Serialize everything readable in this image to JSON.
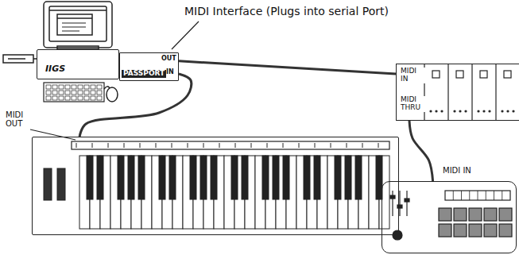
{
  "diagram": {
    "nodes": [
      {
        "text": [
          "IIGS"
        ]
      },
      {
        "text": [
          "PASSPORT",
          "OUT",
          "IN"
        ]
      },
      {
        "text": [
          "MIDI OUT"
        ]
      },
      {
        "text": [
          "MIDI IN",
          "MIDI THRU"
        ]
      },
      {
        "text": [
          "MIDI IN"
        ]
      }
    ],
    "edges": [
      {
        "from": 1,
        "to": 3,
        "arrow": "none"
      },
      {
        "from": 2,
        "to": 1,
        "arrow": "none"
      },
      {
        "from": 3,
        "to": 4,
        "arrow": "none"
      }
    ],
    "labels": [
      "MIDI Interface (Plugs into serial Port)"
    ]
  }
}
